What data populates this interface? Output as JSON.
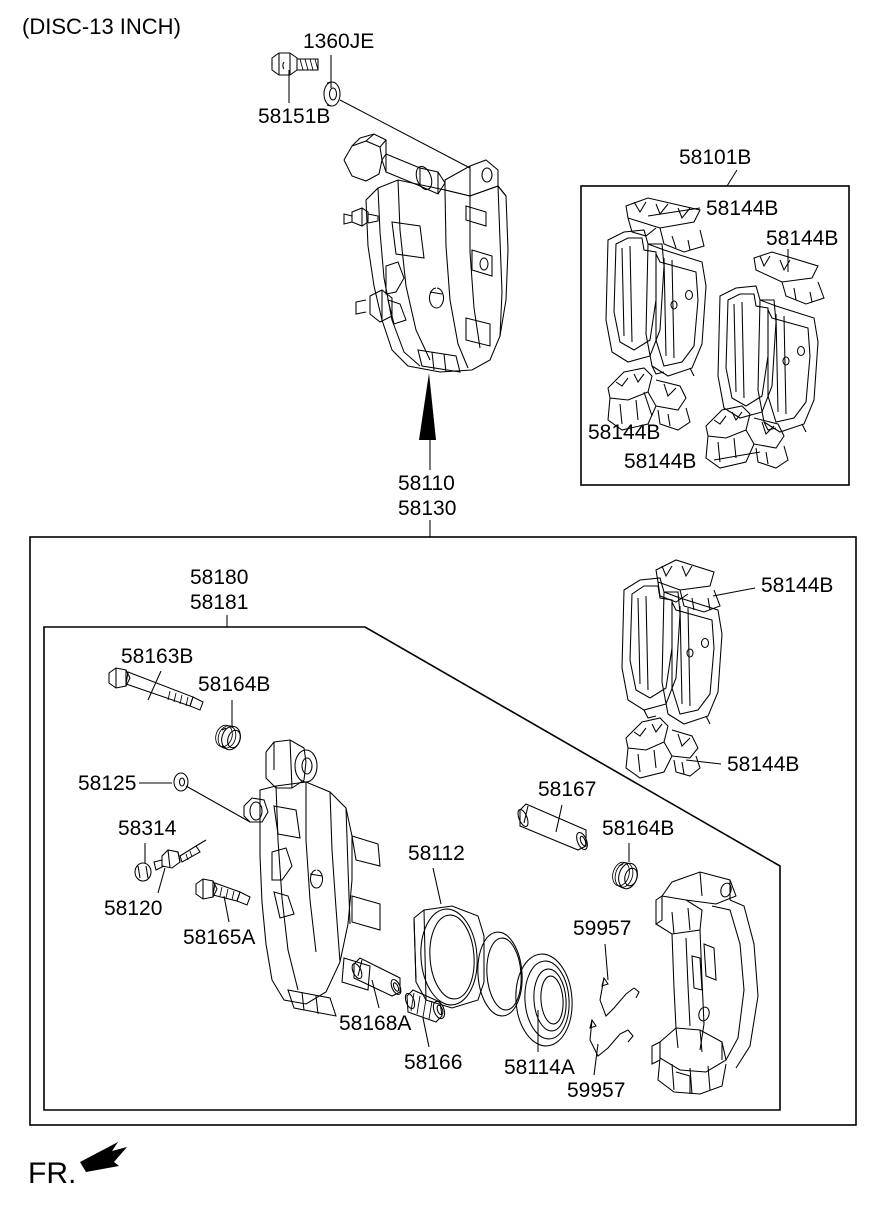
{
  "diagram": {
    "title": "(DISC-13 INCH)",
    "orientation_marker": "FR.",
    "background_color": "#ffffff",
    "line_color": "#000000"
  },
  "top_group": {
    "bolt_label": "58151B",
    "washer_label": "1360JE",
    "caliper_label_1": "58110",
    "caliper_label_2": "58130"
  },
  "pad_kit_box": {
    "kit_label": "58101B",
    "shim_labels": [
      "58144B",
      "58144B",
      "58144B",
      "58144B"
    ]
  },
  "lower_box": {
    "carrier_label_1": "58180",
    "carrier_label_2": "58181",
    "labels": {
      "guide_bolt_upper": "58163B",
      "boot_upper": "58164B",
      "bleeder_cap": "58125",
      "bleeder_screw": "58314",
      "plug": "58120",
      "guide_bolt_lower": "58165A",
      "piston": "58112",
      "sleeve_right": "58167",
      "boot_right": "58164B",
      "sleeve_lower": "58168A",
      "boot_lower": "58166",
      "piston_seal": "58114A",
      "wire_clip_upper": "59957",
      "wire_clip_lower": "59957",
      "shim_upper": "58144B",
      "shim_lower": "58144B"
    }
  }
}
